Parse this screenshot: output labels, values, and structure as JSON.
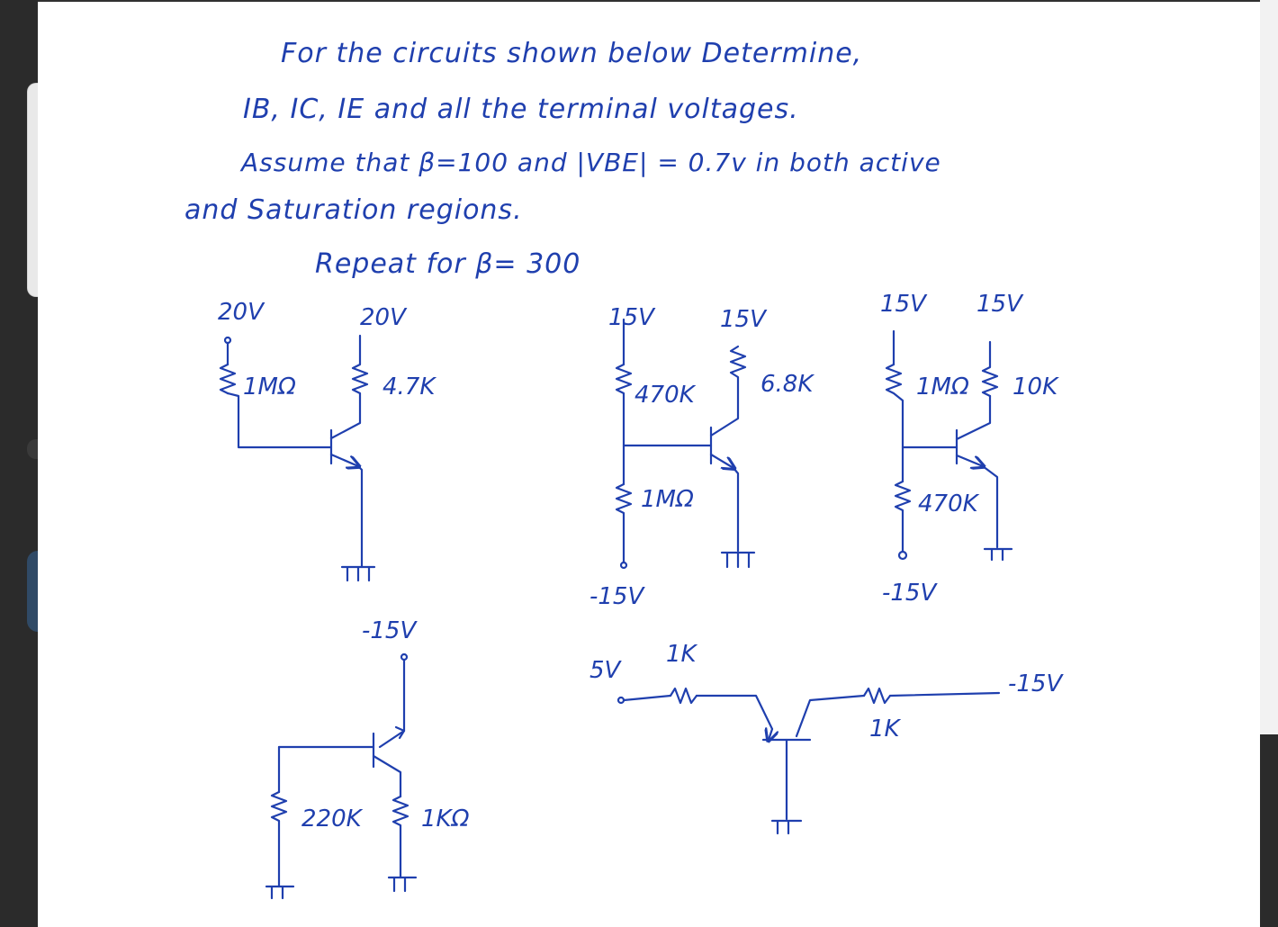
{
  "problem": {
    "line1": "For the circuits shown below Determine,",
    "line2": "IB, IC, IE  and  all the terminal voltages.",
    "line3": "Assume that β=100 and |VBE| = 0.7v in both active",
    "line4": "and Saturation regions.",
    "line5": "Repeat for β= 300"
  },
  "circuit1": {
    "supply_base": "20V",
    "supply_collector": "20V",
    "rb": "1MΩ",
    "rc": "4.7K"
  },
  "circuit2": {
    "supply_top": "15V",
    "supply_collector": "15V",
    "r_top": "470K",
    "rc": "6.8K",
    "r_bottom": "1MΩ",
    "supply_bottom": "-15V"
  },
  "circuit3": {
    "supply_top": "15V",
    "supply_collector": "15V",
    "r_top": "1MΩ",
    "rc": "10K",
    "r_bottom": "470K",
    "supply_bottom": "-15V"
  },
  "circuit4": {
    "supply": "-15V",
    "rb": "220K",
    "rc": "1KΩ"
  },
  "circuit5": {
    "input": "5V",
    "r_in": "1K",
    "r_out": "1K",
    "supply": "-15V"
  },
  "colors": {
    "ink": "#1f3fae",
    "paper": "#ffffff",
    "background": "#2a2a2a"
  }
}
